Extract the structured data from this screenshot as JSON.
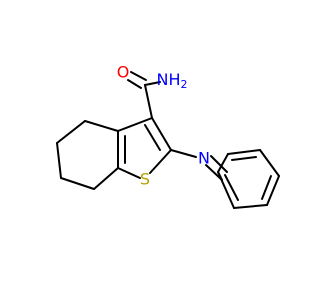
{
  "molecule": {
    "atoms": {
      "oxygen": {
        "symbol": "O",
        "color": "#ff0000"
      },
      "amide_nitrogen": {
        "symbol": "NH",
        "subscript": "2",
        "color": "#0000ff"
      },
      "imine_nitrogen": {
        "symbol": "N",
        "color": "#0000ff"
      },
      "sulfur": {
        "symbol": "S",
        "color": "#b8a000"
      }
    },
    "bond_color": "#000000",
    "background": "#ffffff"
  }
}
